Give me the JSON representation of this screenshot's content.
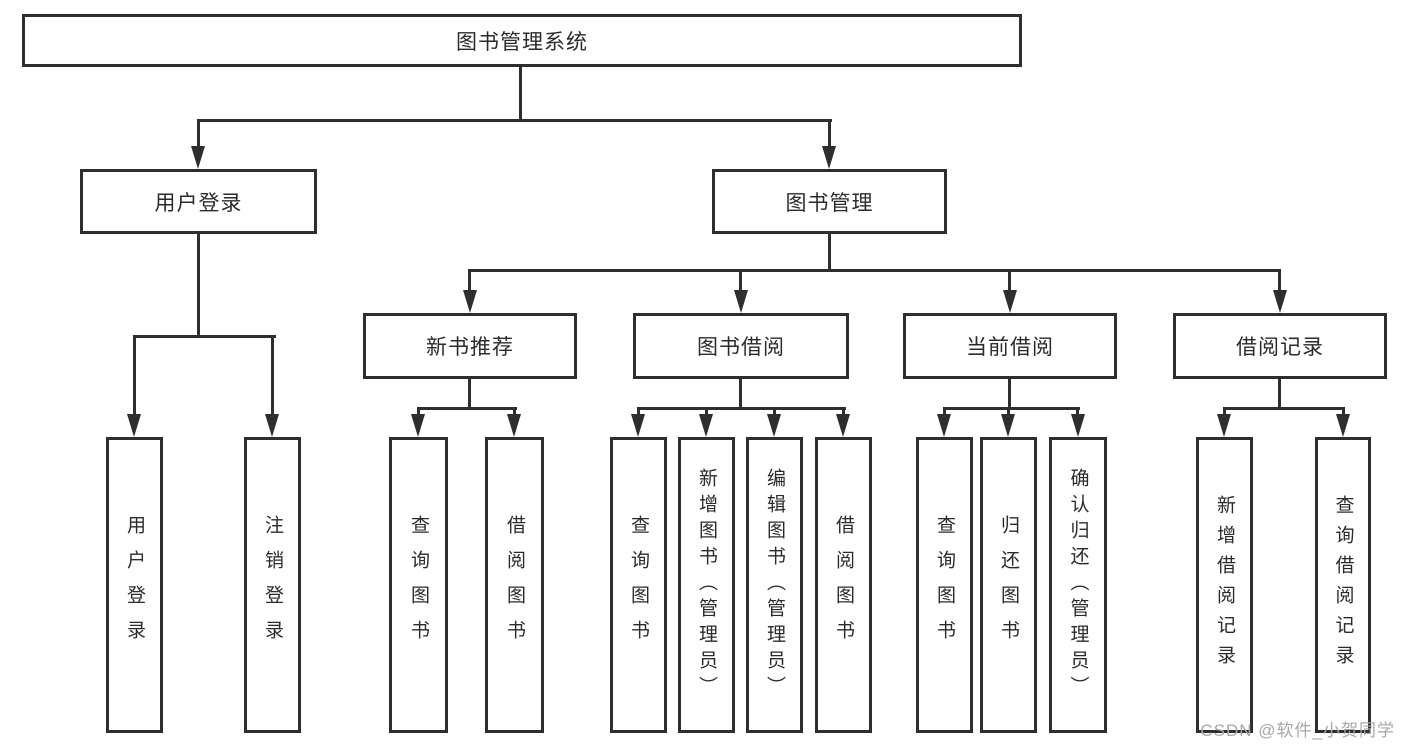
{
  "diagram_type": "hierarchy-tree",
  "tree": {
    "label": "图书管理系统",
    "children": [
      {
        "label": "用户登录",
        "children": [
          {
            "label": "用户登录"
          },
          {
            "label": "注销登录"
          }
        ]
      },
      {
        "label": "图书管理",
        "children": [
          {
            "label": "新书推荐",
            "children": [
              {
                "label": "查询图书"
              },
              {
                "label": "借阅图书"
              }
            ]
          },
          {
            "label": "图书借阅",
            "children": [
              {
                "label": "查询图书"
              },
              {
                "label": "新增图书（管理员）"
              },
              {
                "label": "编辑图书（管理员）"
              },
              {
                "label": "借阅图书"
              }
            ]
          },
          {
            "label": "当前借阅",
            "children": [
              {
                "label": "查询图书"
              },
              {
                "label": "归还图书"
              },
              {
                "label": "确认归还（管理员）"
              }
            ]
          },
          {
            "label": "借阅记录",
            "children": [
              {
                "label": "新增借阅记录"
              },
              {
                "label": "查询借阅记录"
              }
            ]
          }
        ]
      }
    ]
  },
  "watermark": {
    "text": "CSDN @软件_小贺同学"
  },
  "colors": {
    "line": "#2e2e2e",
    "text": "#2b2b2b",
    "background": "#ffffff",
    "watermark": "#a8a8a8"
  }
}
